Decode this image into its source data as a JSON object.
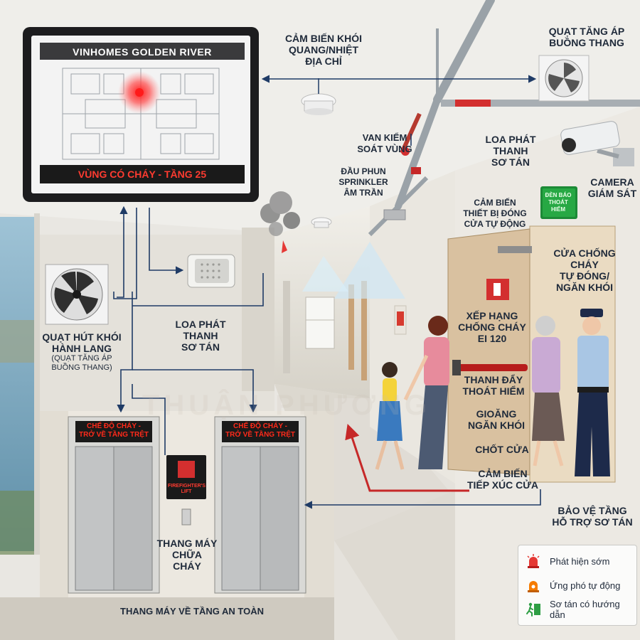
{
  "monitor": {
    "title": "VINHOMES GOLDEN RIVER",
    "alert": "VÙNG CÓ CHÁY - TẦNG 25"
  },
  "labels": {
    "smoke_sensor": "CẢM BIẾN KHÓI\nQUANG/NHIỆT\nĐỊA CHỈ",
    "stair_pressure_fan": "QUẠT TĂNG ÁP\nBUỒNG THANG",
    "speaker_top": "LOA PHÁT\nTHANH\nSƠ TÁN",
    "zone_valve": "VAN KIỂM\nSOÁT VÙNG",
    "sprinkler": "ĐẦU PHUN\nSPRINKLER\nÂM TRẦN",
    "camera": "CAMERA\nGIÁM SÁT",
    "door_closer_sensor": "CẢM BIẾN\nTHIẾT BỊ ĐÓNG\nCỬA TỰ ĐỘNG",
    "fire_door": "CỬA CHỐNG\nCHÁY\nTỰ ĐÓNG/\nNGĂN KHÓI",
    "fire_rating": "XẾP HẠNG\nCHỐNG CHÁY\nEI 120",
    "panic_bar": "THANH ĐẨY\nTHOÁT HIỂM",
    "smoke_seal": "GIOĂNG\nNGĂN KHÓI",
    "door_latch": "CHỐT CỬA",
    "door_contact_sensor": "CẢM BIẾN\nTIẾP XÚC CỬA",
    "guard": "BẢO VỆ TẦNG\nHỖ TRỢ SƠ TÁN",
    "corridor_fan": "QUẠT HÚT KHÓI\nHÀNH LANG",
    "corridor_fan_sub": "(QUẠT TĂNG ÁP\nBUỒNG THANG)",
    "speaker_mid": "LOA PHÁT\nTHANH\nSƠ TÁN",
    "firefighter_lift": "THANG MÁY\nCHỮA\nCHÁY",
    "lifts_safe_floor": "THANG MÁY VỀ TẦNG AN TOÀN"
  },
  "signs": {
    "exit_sign": "ĐÈN BÁO\nTHOÁT HIỂM",
    "lift_led_left": "CHẾ ĐỘ CHÁY -\nTRỞ VỀ TẦNG TRỆT",
    "lift_led_right": "CHẾ ĐỘ CHÁY -\nTRỞ VỀ TẦNG TRỆT",
    "firefighters_lift": "FIREFIGHTER'S\nLIFT"
  },
  "watermark": "THUẬN PHƯƠNG",
  "legend": [
    {
      "icon": "alarm-light-icon",
      "text": "Phát hiện sớm",
      "color": "#e53935"
    },
    {
      "icon": "auto-response-icon",
      "text": "Ứng phó tự động",
      "color": "#f57c00"
    },
    {
      "icon": "exit-running-icon",
      "text": "Sơ tán có hướng dẫn",
      "color": "#2e9e44"
    }
  ],
  "colors": {
    "arrow_navy": "#1f3b66",
    "evac_arrow_red": "#c62828",
    "alert_red": "#ff3b30",
    "exit_green": "#25a244"
  }
}
